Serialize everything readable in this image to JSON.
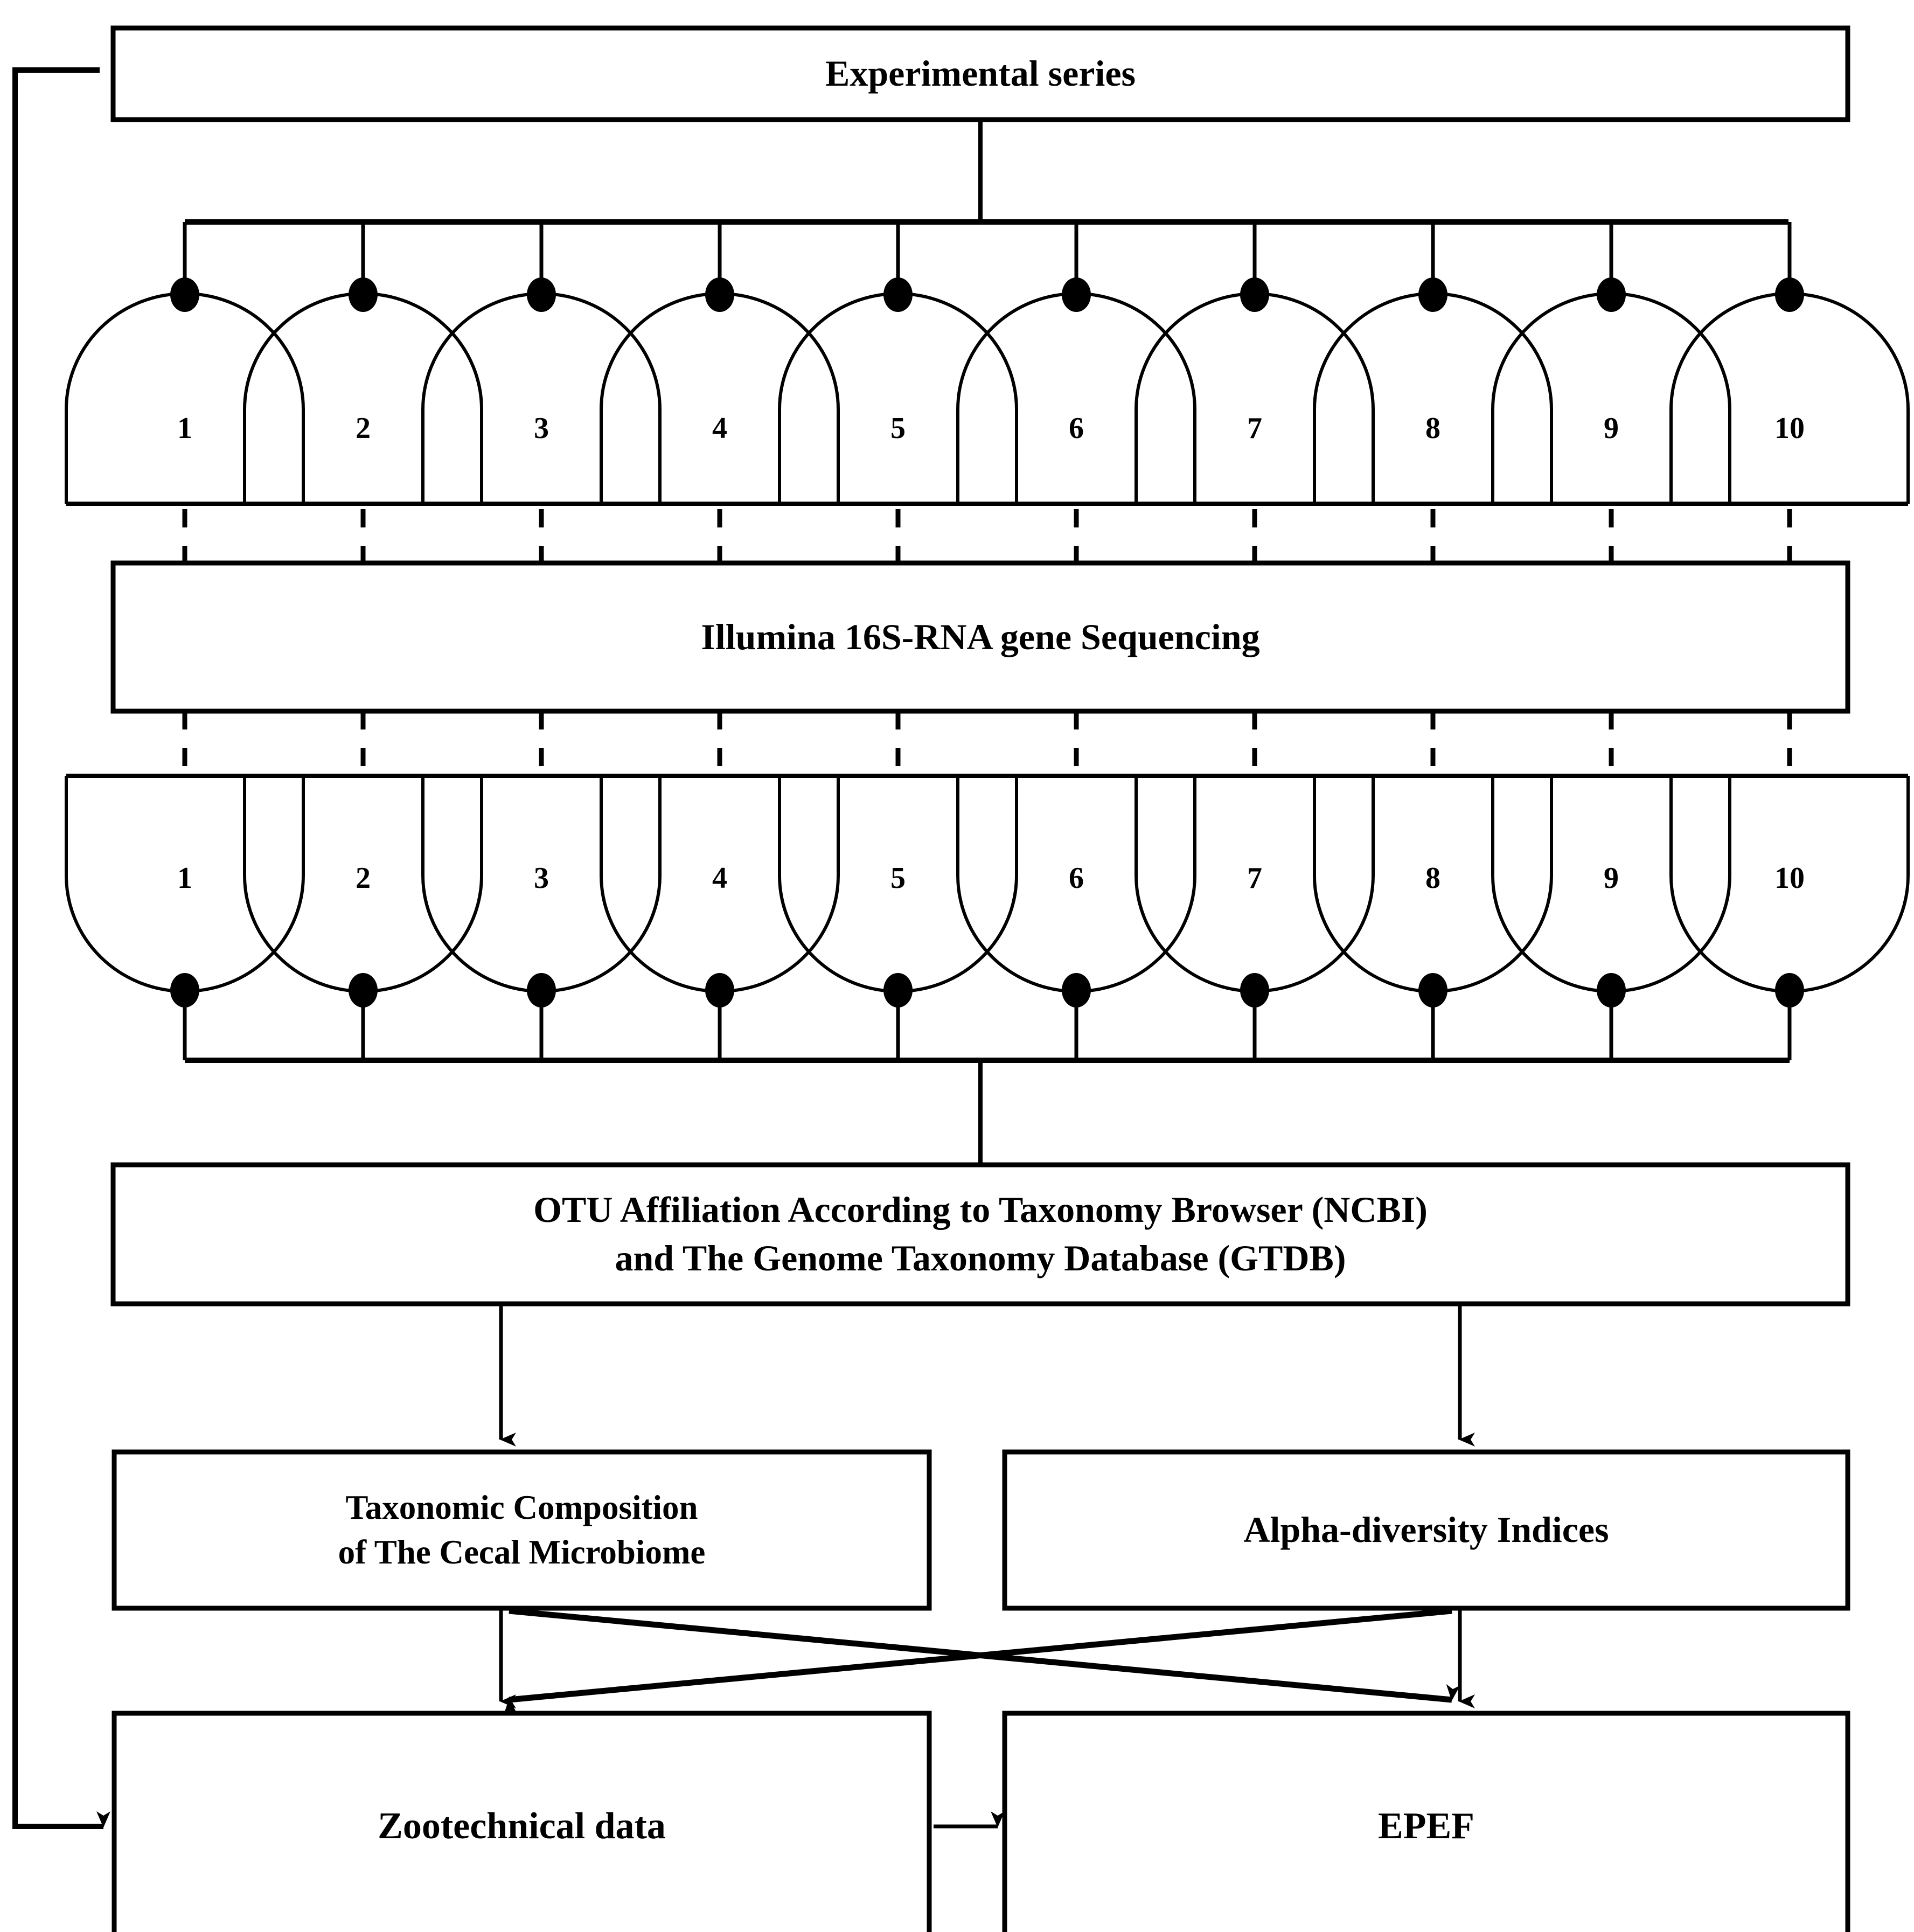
{
  "figure": {
    "type": "flowchart",
    "title": "Experimental workflow diagram",
    "background_color": "#ffffff",
    "line_color": "#000000"
  },
  "nodes": {
    "experimental_series": {
      "label": "Experimental series"
    },
    "sequencing": {
      "label": "Illumina 16S-RNA gene Sequencing"
    },
    "otu_affiliation": {
      "label": "OTU Affiliation According to Taxonomy Browser (NCBI)\nand The Genome Taxonomy Database (GTDB)"
    },
    "taxonomic_composition": {
      "label": "Taxonomic Composition\nof The Cecal Microbiome"
    },
    "alpha_diversity": {
      "label": "Alpha-diversity Indices"
    },
    "zootechnical_data": {
      "label": "Zootechnical data"
    },
    "epef": {
      "label": "EPEF"
    }
  },
  "sample_rows": {
    "top_row": {
      "shape": "arch-up",
      "count": 10,
      "labels": [
        "1",
        "2",
        "3",
        "4",
        "5",
        "6",
        "7",
        "8",
        "9",
        "10"
      ]
    },
    "bottom_row": {
      "shape": "arch-down",
      "count": 10,
      "labels": [
        "1",
        "2",
        "3",
        "4",
        "5",
        "6",
        "7",
        "8",
        "9",
        "10"
      ]
    }
  },
  "connectors": {
    "series_to_bus": {
      "style": "solid"
    },
    "bus_to_samples": {
      "style": "solid",
      "count": 10
    },
    "samples_to_sequencing": {
      "style": "dashed",
      "count": 10
    },
    "sequencing_to_samples2": {
      "style": "dashed",
      "count": 10
    },
    "samples2_to_bus": {
      "style": "solid",
      "count": 10
    },
    "bus_to_otu": {
      "style": "solid"
    },
    "otu_to_taxonomic": {
      "style": "solid-arrow"
    },
    "otu_to_alpha": {
      "style": "solid-arrow"
    },
    "taxonomic_to_zootechnical": {
      "style": "solid-arrow"
    },
    "taxonomic_to_epef": {
      "style": "solid-arrow"
    },
    "alpha_to_epef": {
      "style": "solid-arrow"
    },
    "alpha_to_zootechnical": {
      "style": "solid-arrow"
    },
    "zootechnical_to_epef": {
      "style": "solid-arrow"
    },
    "feedback_series_to_zootechnical": {
      "style": "solid-arrow"
    }
  }
}
